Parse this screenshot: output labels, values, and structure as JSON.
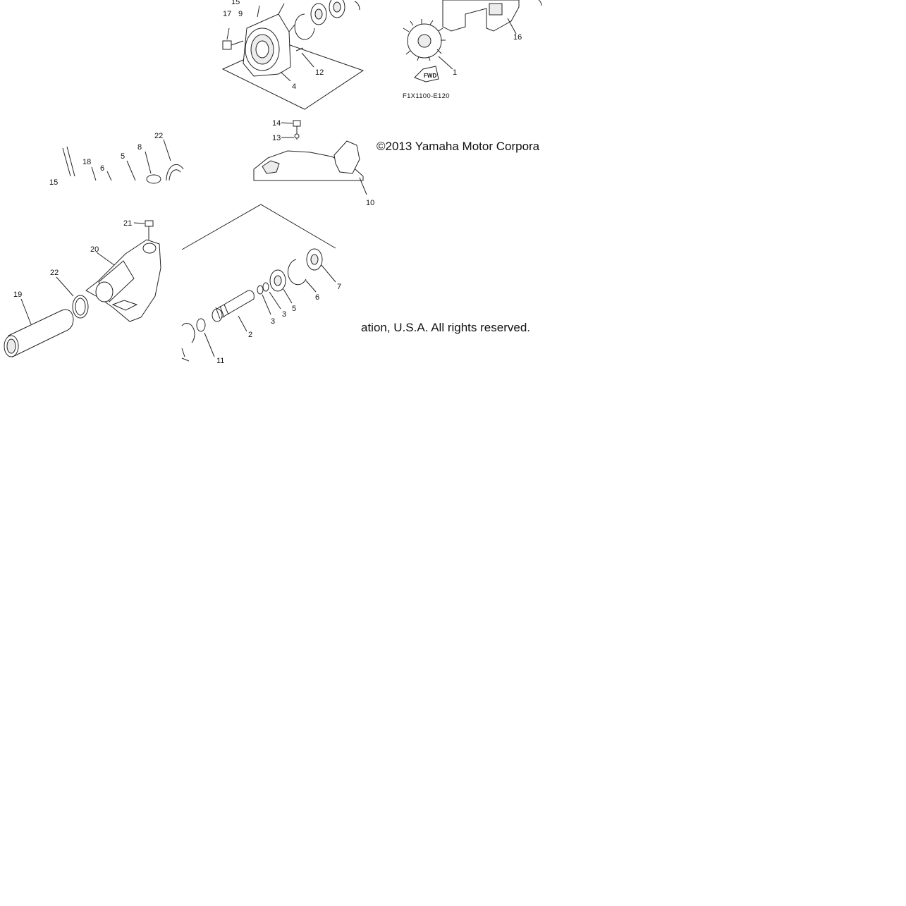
{
  "diagram": {
    "drawing_code": "F1X1100-E120",
    "copyright_part_1": "©2013 Yamaha Motor Corpora",
    "copyright_part_2": "ation, U.S.A. All rights reserved.",
    "fwd_marker": "FWD",
    "callouts": {
      "top_17": "17",
      "top_15": "15",
      "top_9": "9",
      "top_12": "12",
      "top_4": "4",
      "top_16": "16",
      "top_1": "1",
      "mid_14": "14",
      "mid_13": "13",
      "mid_10": "10",
      "mid_22": "22",
      "mid_8": "8",
      "mid_5": "5",
      "mid_6": "6",
      "mid_18": "18",
      "mid_15": "15",
      "low_21": "21",
      "low_20": "20",
      "low_22": "22",
      "low_19": "19",
      "low_11": "11",
      "low_2": "2",
      "low_3a": "3",
      "low_3b": "3",
      "low_5": "5",
      "low_6": "6",
      "low_7": "7"
    }
  }
}
